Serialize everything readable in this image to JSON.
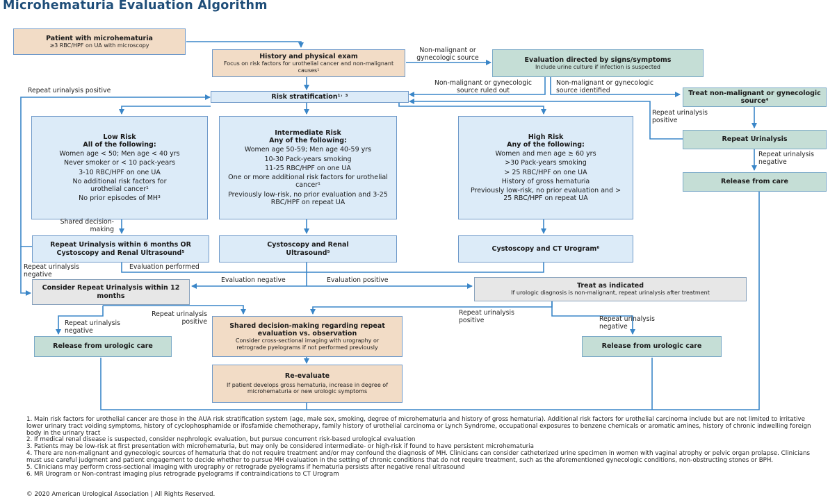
{
  "title": "Microhematuria Evaluation Algorithm",
  "boxes": {
    "patient": {
      "title": "Patient with microhematuria",
      "sub": "≥3 RBC/HPF on UA with microscopy"
    },
    "history": {
      "title": "History and physical exam",
      "sub": "Focus on risk factors for urothelial cancer and non-malignant causes¹"
    },
    "eval_signs": {
      "title": "Evaluation directed by signs/symptoms",
      "sub": "Include urine culture if infection is suspected"
    },
    "risk": {
      "title": "Risk stratification¹˒ ³"
    },
    "treat_nonmal": {
      "title": "Treat non-malignant or gynecologic source⁴"
    },
    "repeat_ua": {
      "title": "Repeat Urinalysis"
    },
    "release_care": {
      "title": "Release from care"
    },
    "low": {
      "title": "Low Risk",
      "subtitle": "All of the following:",
      "items": [
        "Women age < 50; Men age < 40 yrs",
        "Never smoker or < 10 pack-years",
        "3-10 RBC/HPF on one UA",
        "No additional risk factors for urothelial cancer¹",
        "No prior episodes of MH³"
      ]
    },
    "intermediate": {
      "title": "Intermediate Risk",
      "subtitle": "Any of the following:",
      "items": [
        "Women age 50-59; Men age 40-59 yrs",
        "10-30 Pack-years smoking",
        "11-25 RBC/HPF on one UA",
        "One or more additional risk factors for urothelial cancer¹",
        "Previously low-risk, no prior evaluation and 3-25 RBC/HPF on repeat UA"
      ]
    },
    "high": {
      "title": "High Risk",
      "subtitle": "Any of the following:",
      "items": [
        "Women and men age ≥ 60 yrs",
        ">30 Pack-years smoking",
        "> 25 RBC/HPF on one UA",
        "History of gross hematuria",
        "Previously low-risk, no prior evaluation and > 25 RBC/HPF on repeat UA"
      ]
    },
    "repeat6": {
      "title": "Repeat Urinalysis within 6 months OR Cystoscopy and Renal Ultrasound⁵"
    },
    "cysto_renal": {
      "title": "Cystoscopy and Renal Ultrasound⁵"
    },
    "cysto_ct": {
      "title": "Cystoscopy and CT Urogram⁶"
    },
    "consider_repeat": {
      "title": "Consider Repeat Urinalysis within 12 months"
    },
    "treat_indicated": {
      "title": "Treat as indicated",
      "sub": "If urologic diagnosis is non-malignant, repeat urinalysis after treatment"
    },
    "release_uro_left": {
      "title": "Release from urologic care"
    },
    "shared": {
      "title": "Shared decision-making regarding repeat evaluation vs. observation",
      "sub": "Consider cross-sectional imaging with urography or retrograde pyelograms if not performed previously"
    },
    "reevaluate": {
      "title": "Re-evaluate",
      "sub": "If patient develops gross hematuria, increase in degree of microhematuria or new urologic symptoms"
    },
    "release_uro_right": {
      "title": "Release from urologic care"
    }
  },
  "labels": {
    "nonmal_gyn": "Non-malignant or gynecologic source",
    "ruled_out": "Non-malignant or gynecologic source ruled out",
    "identified": "Non-malignant or gynecologic source identified",
    "repeat_pos_left": "Repeat urinalysis positive",
    "repeat_pos_right": "Repeat urinalysis positive",
    "repeat_neg_right": "Repeat urinalysis negative",
    "shared_dm": "Shared decision-making",
    "repeat_neg_left": "Repeat urinalysis negative",
    "eval_performed": "Evaluation performed",
    "eval_negative": "Evaluation negative",
    "eval_positive": "Evaluation positive",
    "repeat_neg_bottom_left": "Repeat urinalysis negative",
    "repeat_pos_bottom_left": "Repeat urinalysis positive",
    "repeat_pos_bottom_right": "Repeat urinalysis positive",
    "repeat_neg_bottom_right": "Repeat urinalysis negative"
  },
  "footnotes": [
    "1. Main risk factors for urothelial cancer are those in the AUA risk stratification system (age, male sex, smoking, degree of microhematuria and history of gross hematuria). Additional risk factors for urothelial carcinoma include but are not limited to irritative lower urinary tract voiding symptoms, history of cyclophosphamide or ifosfamide chemotherapy, family history of urothelial carcinoma or Lynch Syndrome, occupational exposures to benzene chemicals or aromatic amines, history of chronic indwelling foreign body in the urinary tract",
    "2. If medical renal disease is suspected, consider nephrologic evaluation, but pursue concurrent risk-based urological evaluation",
    "3. Patients may be low-risk at first presentation with microhematuria, but may only be considered intermediate- or high-risk if found to have persistent microhematuria",
    "4. There are non-malignant and gynecologic sources of hematuria that do not require treatment and/or may confound the diagnosis of MH. Clinicians can consider catheterized urine specimen in women with vaginal atrophy or pelvic organ prolapse. Clinicians must use careful judgment and patient engagement to decide whether to pursue MH evaluation in the setting of chronic conditions that do not require treatment, such as the aforementioned gynecologic conditions, non-obstructing stones or BPH.",
    "5. Clinicians may perform cross-sectional imaging with urography or retrograde pyelograms if hematuria persists after negative renal ultrasound",
    "6. MR Urogram or Non-contrast imaging plus retrograde pyelograms if contraindications to CT Urogram"
  ],
  "copyright": "© 2020 American Urological Association | All Rights Reserved.",
  "colors": {
    "line": "#3a86c8",
    "tan": "#f2dcc6",
    "teal": "#c5ded6",
    "blue": "#dcebf8",
    "gray": "#e7e7e7",
    "title": "#1f4e79"
  }
}
